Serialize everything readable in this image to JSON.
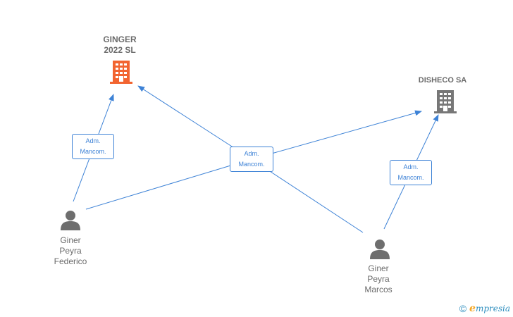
{
  "colors": {
    "edge": "#3d82d6",
    "company_highlight": "#f26430",
    "company_default": "#777777",
    "person": "#6e6e6e"
  },
  "nodes": {
    "ginger": {
      "type": "company",
      "name": "GINGER\n2022  SL",
      "icon": "building-icon-orange"
    },
    "disheco": {
      "type": "company",
      "name": "DISHECO SA",
      "icon": "building-icon-gray"
    },
    "federico": {
      "type": "person",
      "name": "Giner\nPeyra\nFederico",
      "icon": "person-icon"
    },
    "marcos": {
      "type": "person",
      "name": "Giner\nPeyra\nMarcos",
      "icon": "person-icon"
    }
  },
  "relations": [
    {
      "id": "rel1",
      "line1": "Adm.",
      "line2": "Mancom."
    },
    {
      "id": "rel2",
      "line1": "Adm.",
      "line2": "Mancom."
    },
    {
      "id": "rel3",
      "line1": "Adm.",
      "line2": "Mancom."
    }
  ],
  "edges": [
    {
      "from": "federico",
      "to": "ginger",
      "label": "rel1"
    },
    {
      "from": "federico",
      "to": "disheco",
      "label": "rel2"
    },
    {
      "from": "marcos",
      "to": "ginger",
      "label": "rel2"
    },
    {
      "from": "marcos",
      "to": "disheco",
      "label": "rel3"
    }
  ],
  "footer": {
    "copyright": "©",
    "brand_initial": "e",
    "brand_rest": "mpresia"
  }
}
